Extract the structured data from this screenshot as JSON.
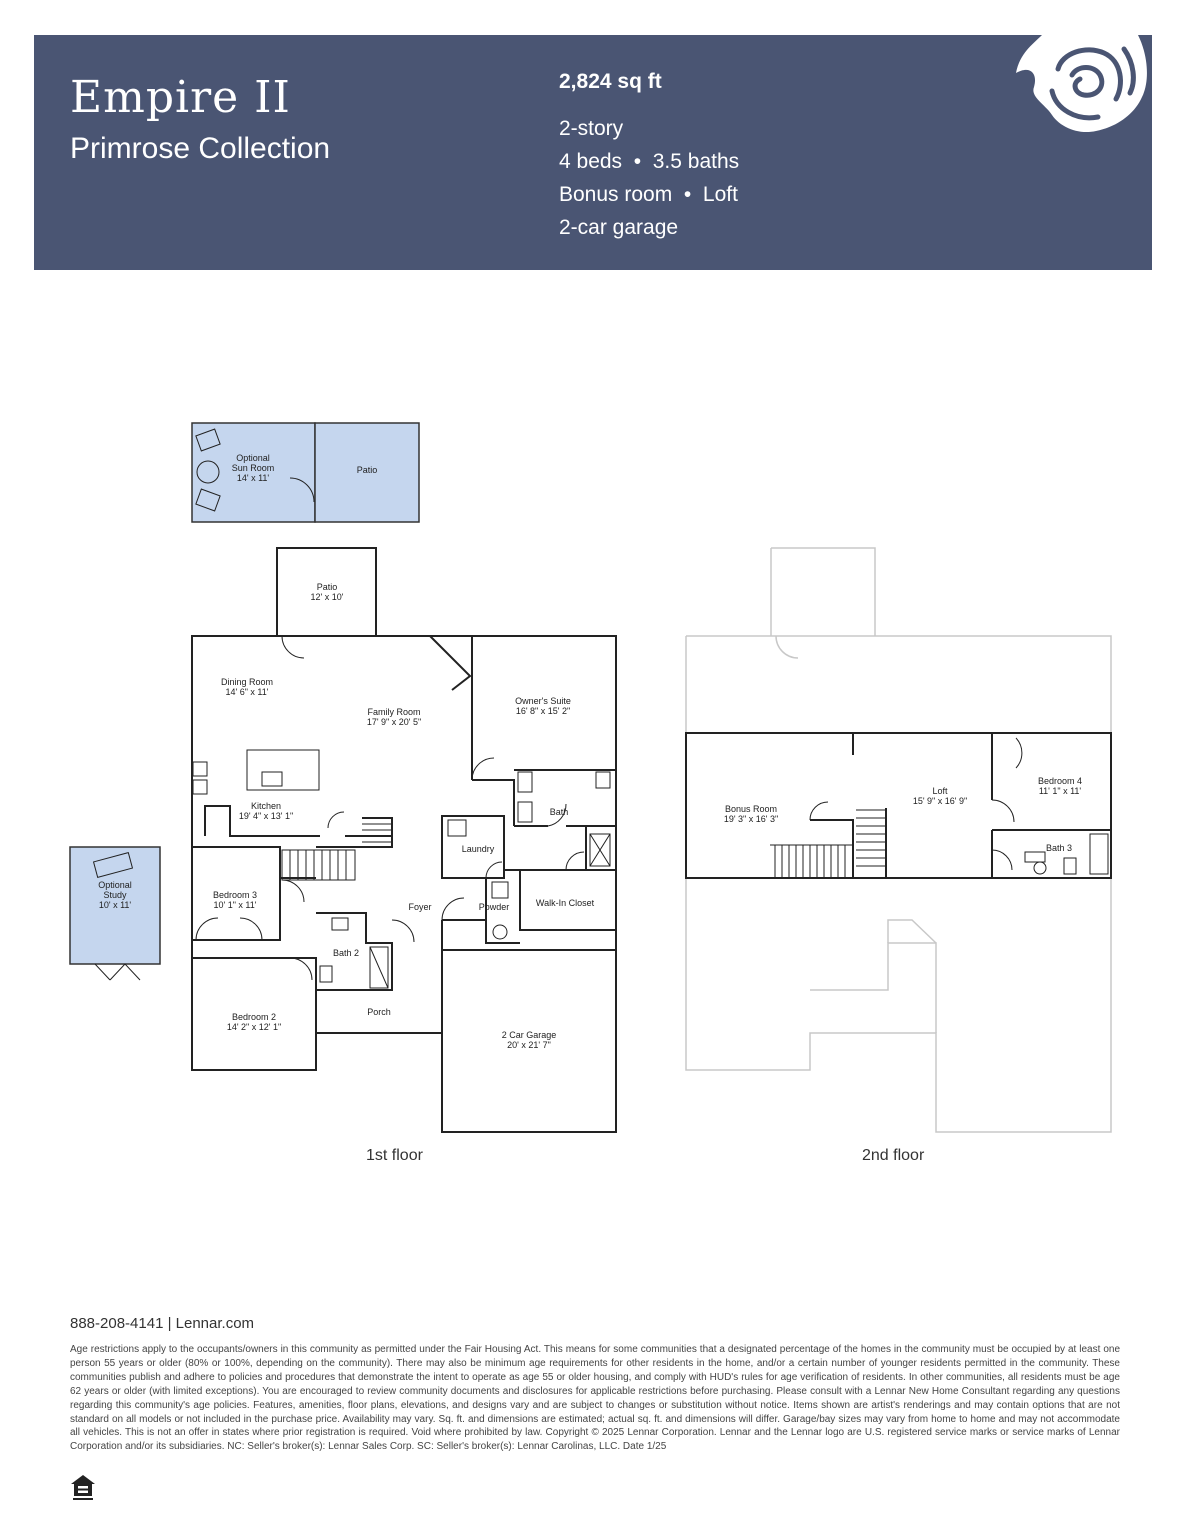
{
  "header": {
    "model_name": "Empire II",
    "collection": "Primrose Collection",
    "sqft": "2,824 sq ft",
    "stories": "2-story",
    "beds_baths": "4 beds  •  3.5 baths",
    "rooms": "Bonus room  •  Loft",
    "garage": "2-car garage",
    "banner_color": "#4a5573"
  },
  "floor1": {
    "label": "1st floor",
    "rooms": {
      "sun_room_a": "Optional",
      "sun_room_b": "Sun Room",
      "sun_room_dim": "14' x 11'",
      "patio_opt": "Patio",
      "patio": "Patio",
      "patio_dim": "12' x 10'",
      "dining": "Dining Room",
      "dining_dim": "14' 6\" x 11'",
      "family": "Family Room",
      "family_dim": "17' 9\" x 20' 5\"",
      "owners": "Owner's Suite",
      "owners_dim": "16' 8\" x 15' 2\"",
      "kitchen": "Kitchen",
      "kitchen_dim": "19' 4\" x 13' 1\"",
      "bath": "Bath",
      "laundry": "Laundry",
      "study_a": "Optional",
      "study_b": "Study",
      "study_dim": "10' x 11'",
      "bedroom3": "Bedroom 3",
      "bedroom3_dim": "10' 1\" x 11'",
      "foyer": "Foyer",
      "powder": "Powder",
      "closet": "Walk-In Closet",
      "bath2": "Bath 2",
      "bedroom2": "Bedroom 2",
      "bedroom2_dim": "14' 2\" x 12' 1\"",
      "porch": "Porch",
      "garage": "2 Car Garage",
      "garage_dim": "20' x 21' 7\""
    }
  },
  "floor2": {
    "label": "2nd floor",
    "rooms": {
      "bonus": "Bonus Room",
      "bonus_dim": "19' 3\" x 16' 3\"",
      "loft": "Loft",
      "loft_dim": "15' 9\" x 16' 9\"",
      "bedroom4": "Bedroom 4",
      "bedroom4_dim": "11' 1\" x 11'",
      "bath3": "Bath 3"
    }
  },
  "footer": {
    "contact": "888-208-4141 | Lennar.com",
    "disclaimer": "Age restrictions apply to the occupants/owners in this community as permitted under the Fair Housing Act. This means for some communities that a designated percentage of the homes in the community must be occupied by at least one person 55 years or older (80% or 100%, depending on the community). There may also be minimum age requirements for other residents in the home, and/or a certain number of younger residents permitted in the community. These communities publish and adhere to policies and procedures that demonstrate the intent to operate as age 55 or older housing, and comply with HUD's rules for age verification of residents. In other communities, all residents must be age 62 years or older (with limited exceptions). You are encouraged to review community documents and disclosures for applicable restrictions before purchasing. Please consult with a Lennar New Home Consultant regarding any questions regarding this community's age policies. Features, amenities, floor plans, elevations, and designs vary and are subject to changes or substitution without notice. Items shown are artist's renderings and may contain options that are not standard on all models or not included in the purchase price. Availability may vary. Sq. ft. and dimensions are estimated; actual sq. ft. and dimensions will differ. Garage/bay sizes may vary from home to home and may not accommodate all vehicles. This is not an offer in states where prior registration is required. Void where prohibited by law. Copyright © 2025 Lennar Corporation. Lennar and the Lennar logo are U.S. registered service marks or service marks of Lennar Corporation and/or its subsidiaries. NC: Seller's broker(s): Lennar Sales Corp. SC: Seller's broker(s): Lennar Carolinas, LLC. Date 1/25"
  },
  "colors": {
    "optional_fill": "#c5d6ee",
    "wall": "#222222",
    "ghost": "#c8c8c8"
  }
}
